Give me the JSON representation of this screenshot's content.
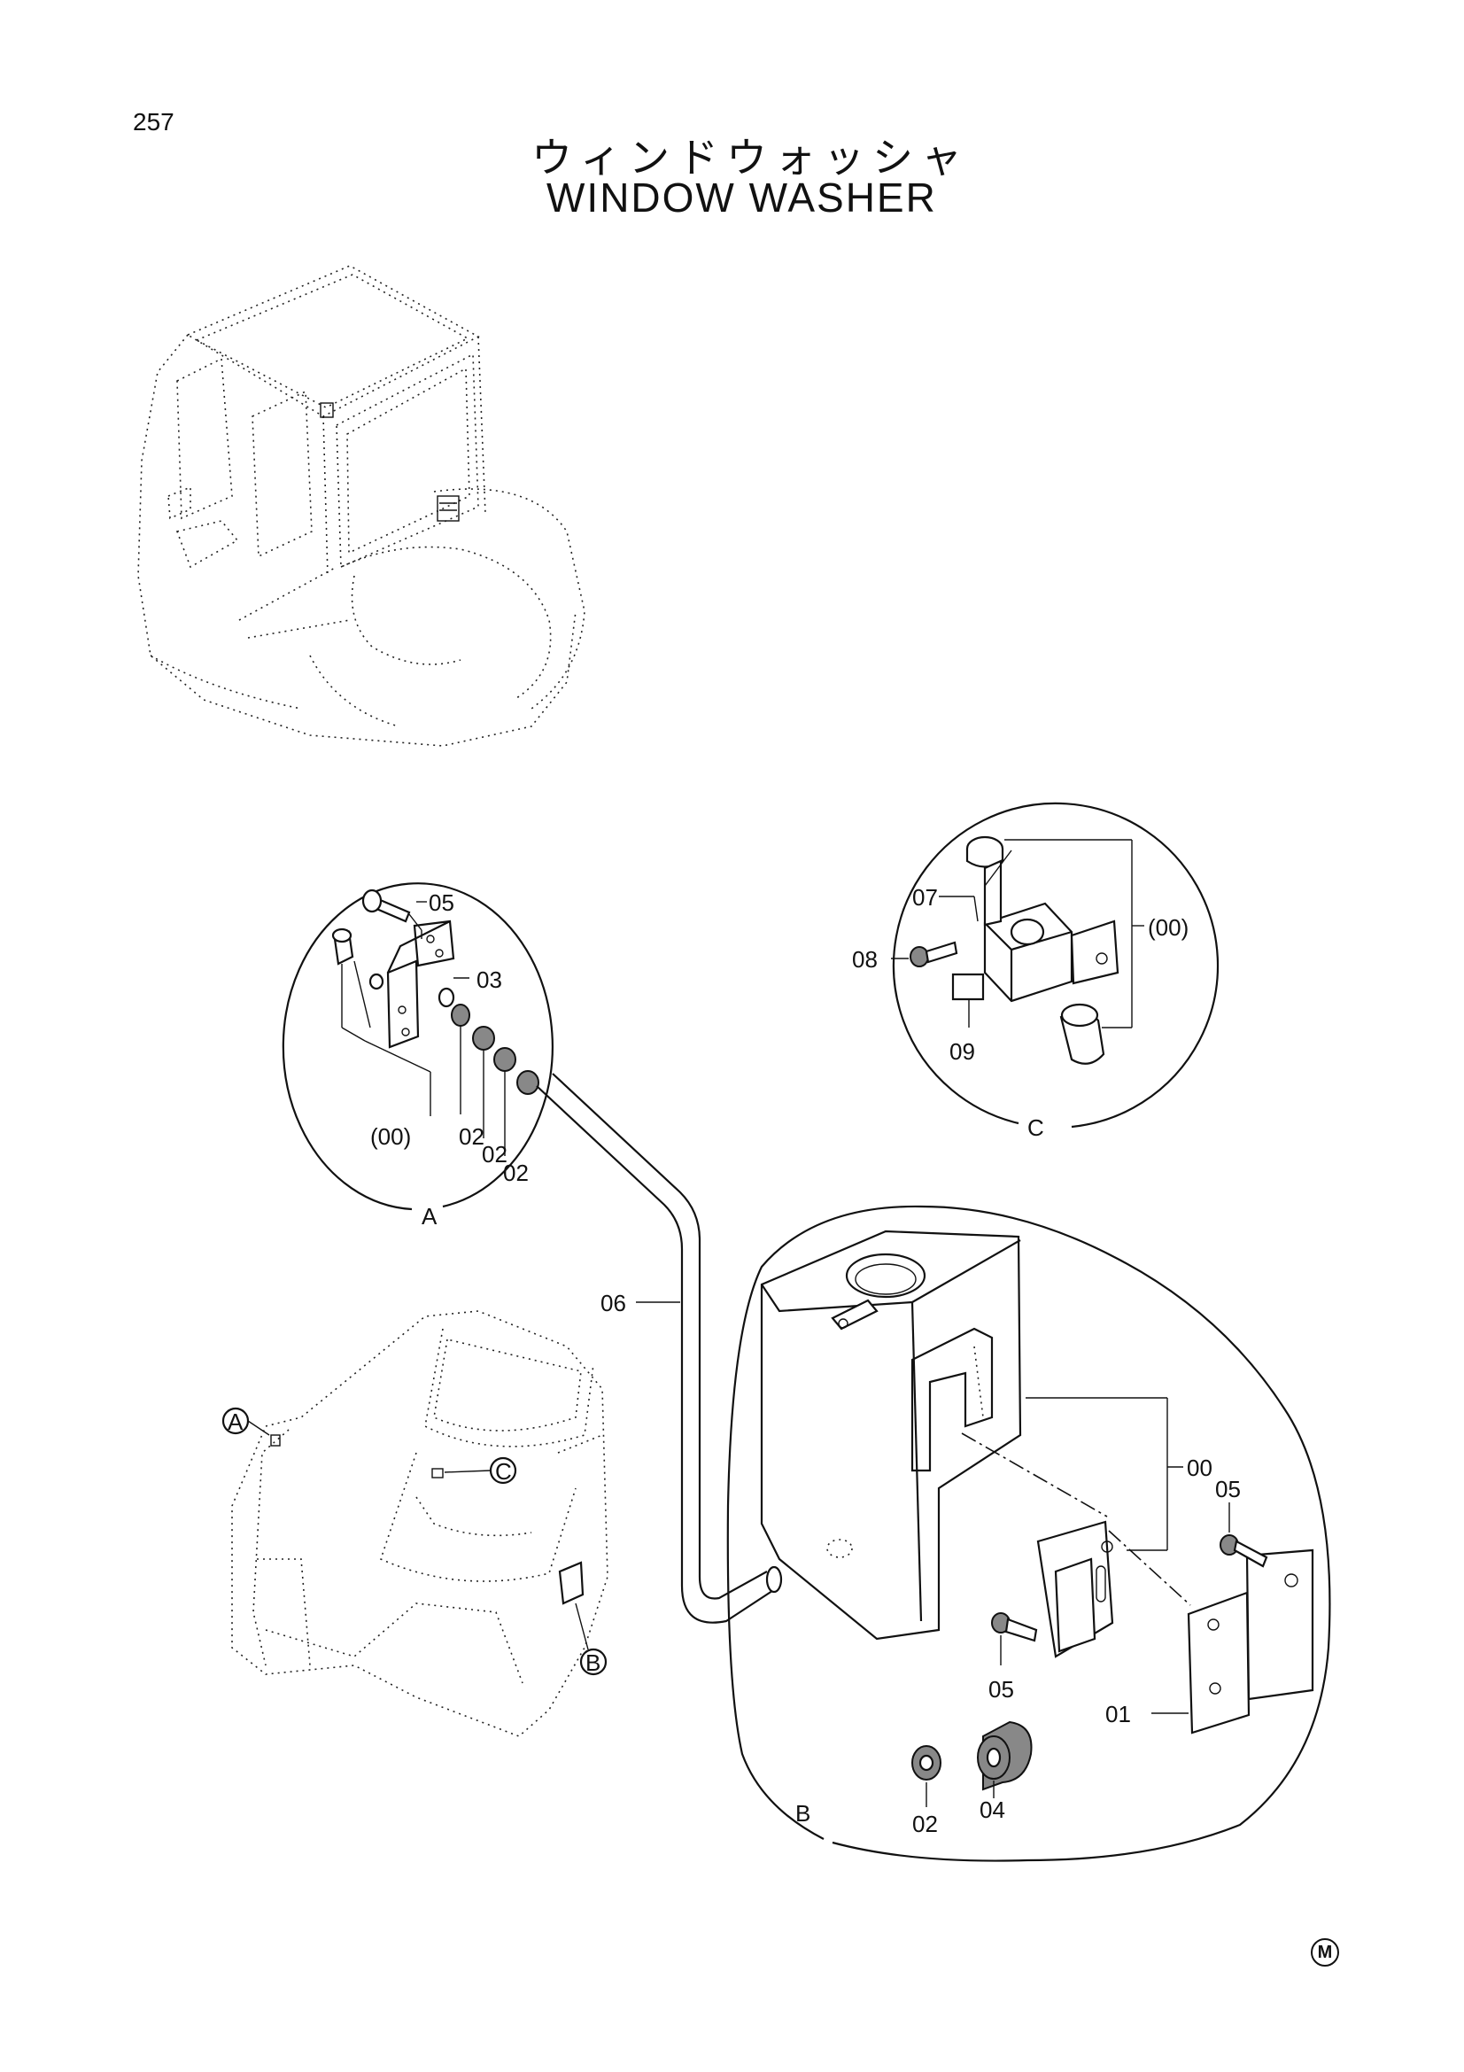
{
  "header": {
    "page_number": "257",
    "title_jp": "ウィンドウォッシャ",
    "title_en": "WINDOW WASHER"
  },
  "detail_labels": {
    "A": "A",
    "B": "B",
    "C": "C"
  },
  "callouts_detail_a": [
    "05",
    "03",
    "(00)",
    "02",
    "02",
    "02"
  ],
  "callouts_detail_b": [
    "00",
    "05",
    "05",
    "01",
    "02",
    "04"
  ],
  "callouts_detail_c": [
    "07",
    "08",
    "09",
    "(00)"
  ],
  "hose_callout": "06",
  "footer": {
    "mark": "M"
  }
}
